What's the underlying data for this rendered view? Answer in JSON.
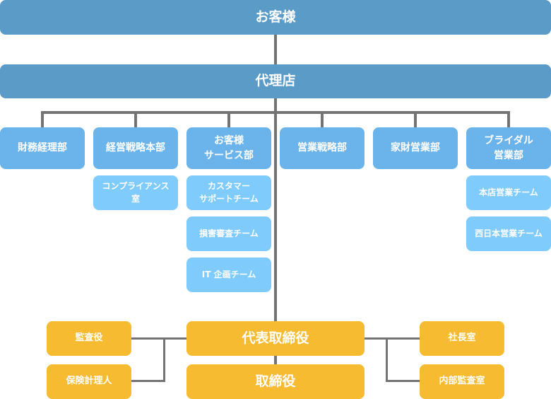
{
  "top": {
    "customer": "お客様",
    "agency": "代理店"
  },
  "departments": [
    {
      "label": "財務経理部",
      "children": []
    },
    {
      "label": "経営戦略本部",
      "children": [
        "コンプライアンス\n室"
      ]
    },
    {
      "label": "お客様\nサービス部",
      "children": [
        "カスタマー\nサポートチーム",
        "損害審査チーム",
        "IT 企画チーム"
      ]
    },
    {
      "label": "営業戦略部",
      "children": []
    },
    {
      "label": "家財営業部",
      "children": []
    },
    {
      "label": "ブライダル\n営業部",
      "children": [
        "本店営業チーム",
        "西日本営業チーム"
      ]
    }
  ],
  "executive": {
    "ceo": "代表取締役",
    "directors": "取締役",
    "left": [
      "監査役",
      "保険計理人"
    ],
    "right": [
      "社長室",
      "内部監査室"
    ]
  },
  "colors": {
    "primary": "#5b9bc8",
    "department": "#6ab4eb",
    "team": "#7fcbfb",
    "executive": "#f6bb30",
    "line": "#737373"
  }
}
